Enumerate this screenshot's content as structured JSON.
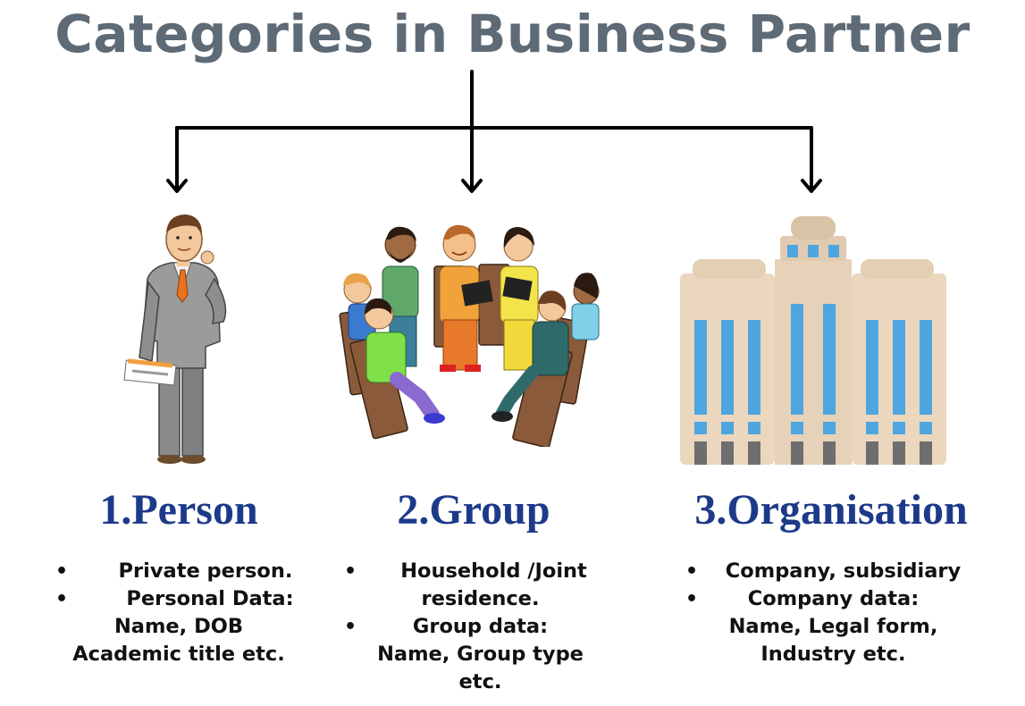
{
  "title": "Categories in Business Partner",
  "colors": {
    "title": "#5e6a75",
    "heading": "#1d3a8a",
    "arrow": "#000000",
    "building_beige": "#e9d6bd",
    "building_window": "#4ea6e0",
    "building_base": "#6e6e6e"
  },
  "categories": [
    {
      "heading": "1.Person",
      "icon": "person-icon",
      "bullets": [
        {
          "lines": [
            "Private person."
          ]
        },
        {
          "lines": [
            "Personal Data:",
            "Name, DOB",
            "Academic title etc."
          ]
        }
      ]
    },
    {
      "heading": "2.Group",
      "icon": "group-icon",
      "bullets": [
        {
          "lines": [
            "Household /Joint",
            "residence."
          ]
        },
        {
          "lines": [
            "Group data:",
            "Name, Group type",
            "etc."
          ]
        }
      ]
    },
    {
      "heading": "3.Organisation",
      "icon": "building-icon",
      "bullets": [
        {
          "lines": [
            "Company, subsidiary"
          ]
        },
        {
          "lines": [
            "Company data:",
            "Name, Legal form,",
            "Industry etc."
          ]
        }
      ]
    }
  ]
}
